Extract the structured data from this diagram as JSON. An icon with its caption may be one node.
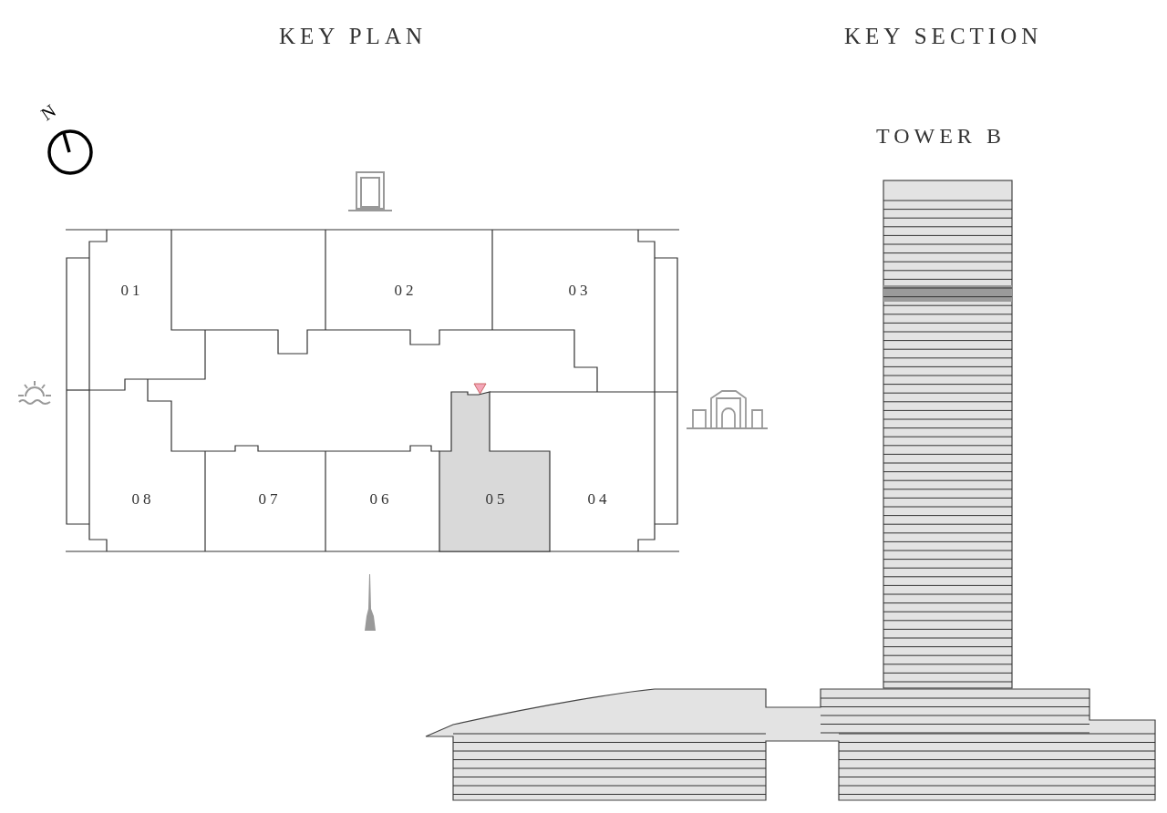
{
  "diagram": {
    "nodes": [
      {
        "text": [
          "01"
        ]
      },
      {
        "text": [
          "02"
        ]
      },
      {
        "text": [
          "03"
        ]
      },
      {
        "text": [
          "08"
        ]
      },
      {
        "text": [
          "07"
        ]
      },
      {
        "text": [
          "06"
        ]
      },
      {
        "text": [
          "05"
        ]
      },
      {
        "text": [
          "04"
        ]
      },
      {
        "text": [
          "TOWER B"
        ]
      }
    ],
    "edges": [],
    "labels": [
      "KEY PLAN",
      "KEY SECTION",
      "N"
    ]
  }
}
